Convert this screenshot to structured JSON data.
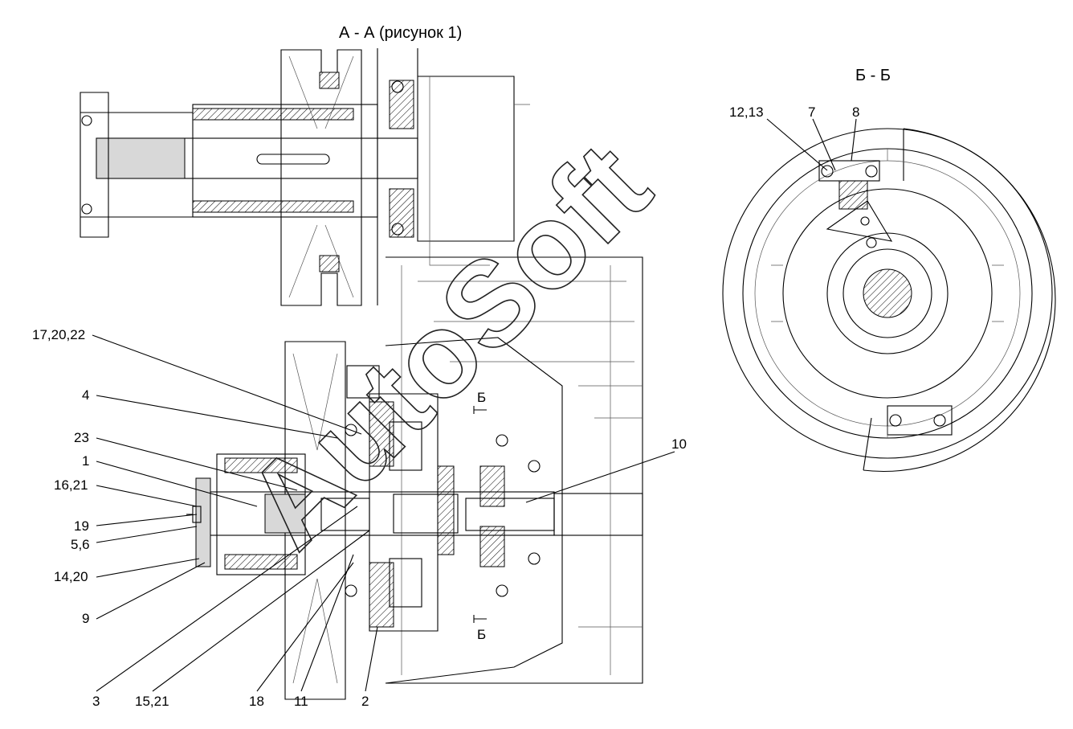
{
  "section_aa_title": "А - А (рисунок 1)",
  "section_bb_title": "Б - Б",
  "watermark": "AutoSoft",
  "section_marks": {
    "top": "Б",
    "bottom": "Б"
  },
  "callouts": {
    "c17_20_22": "17,20,22",
    "c4": "4",
    "c23": "23",
    "c1": "1",
    "c16_21": "16,21",
    "c19": "19",
    "c5_6": "5,6",
    "c14_20": "14,20",
    "c9": "9",
    "c3": "3",
    "c15_21": "15,21",
    "c18": "18",
    "c11": "11",
    "c2": "2",
    "c10": "10",
    "c12_13": "12,13",
    "c7": "7",
    "c8": "8"
  }
}
